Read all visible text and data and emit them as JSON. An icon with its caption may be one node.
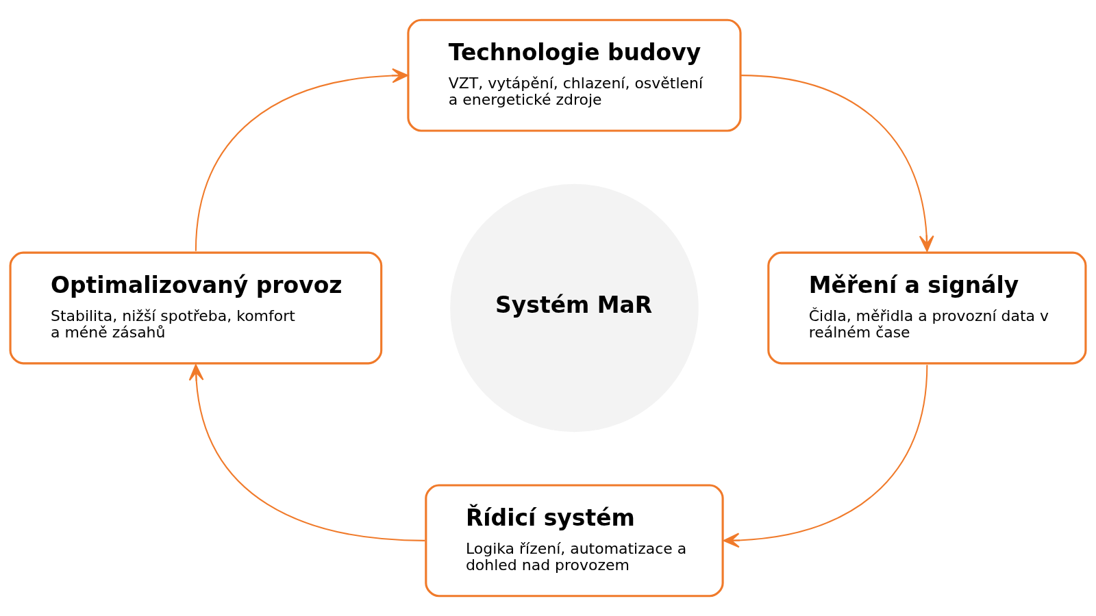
{
  "diagram": {
    "nodes": [
      {
        "text": [
          "Technologie budovy",
          "VZT, vytápění, chlazení, osvětlení a energetické zdroje"
        ]
      },
      {
        "text": [
          "Měření a signály",
          "Čidla, měřidla a provozní data v reálném čase"
        ]
      },
      {
        "text": [
          "Řídicí systém",
          "Logika řízení, automatizace a dohled nad provozem"
        ]
      },
      {
        "text": [
          "Optimalizovaný provoz",
          "Stabilita, nižší spotřeba, komfort a méně zásahů"
        ]
      },
      {
        "text": [
          "Systém MaR"
        ]
      }
    ],
    "edges": [
      {
        "from": 0,
        "to": 1,
        "arrow": "to"
      },
      {
        "from": 1,
        "to": 2,
        "arrow": "to"
      },
      {
        "from": 2,
        "to": 3,
        "arrow": "to"
      },
      {
        "from": 3,
        "to": 0,
        "arrow": "to"
      }
    ]
  }
}
